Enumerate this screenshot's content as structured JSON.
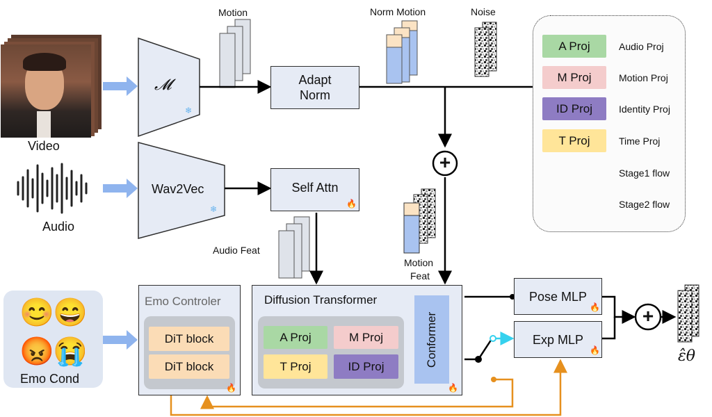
{
  "inputs": {
    "video_label": "Video",
    "audio_label": "Audio",
    "emo_cond_label": "Emo Cond"
  },
  "encoders": {
    "motion_encoder_symbol": "𝓜",
    "audio_encoder_label": "Wav2Vec"
  },
  "features": {
    "motion_label": "Motion",
    "norm_motion_label": "Norm Motion",
    "noise_label": "Noise",
    "audio_feat_label": "Audio Feat",
    "motion_feat_label_line1": "Motion",
    "motion_feat_label_line2": "Feat"
  },
  "modules": {
    "adapt_norm_line1": "Adapt",
    "adapt_norm_line2": "Norm",
    "self_attn": "Self Attn",
    "emo_controler": "Emo Controler",
    "dit_block_1": "DiT block",
    "dit_block_2": "DiT block",
    "diffusion_transformer": "Diffusion Transformer",
    "conformer": "Conformer",
    "a_proj": "A Proj",
    "m_proj": "M Proj",
    "t_proj": "T Proj",
    "id_proj": "ID Proj",
    "pose_mlp": "Pose MLP",
    "exp_mlp": "Exp MLP",
    "plus_symbol": "+",
    "output_symbol": "ε̂θ"
  },
  "legend": {
    "items": [
      {
        "key": "A Proj",
        "desc": "Audio Proj",
        "color": "#a9d8a4"
      },
      {
        "key": "M Proj",
        "desc": "Motion Proj",
        "color": "#f4cccc"
      },
      {
        "key": "ID Proj",
        "desc": "Identity Proj",
        "color": "#8e7cc3"
      },
      {
        "key": "T Proj",
        "desc": "Time Proj",
        "color": "#ffe599"
      }
    ],
    "stage1_label": "Stage1 flow",
    "stage2_label": "Stage2 flow",
    "stage1_color": "#35d1ee",
    "stage2_color": "#e6901e"
  },
  "emojis": {
    "smile": "😊",
    "grin": "😄",
    "angry": "😡",
    "cry": "😭"
  },
  "icons": {
    "fire": "🔥",
    "snowflake": "❄"
  }
}
